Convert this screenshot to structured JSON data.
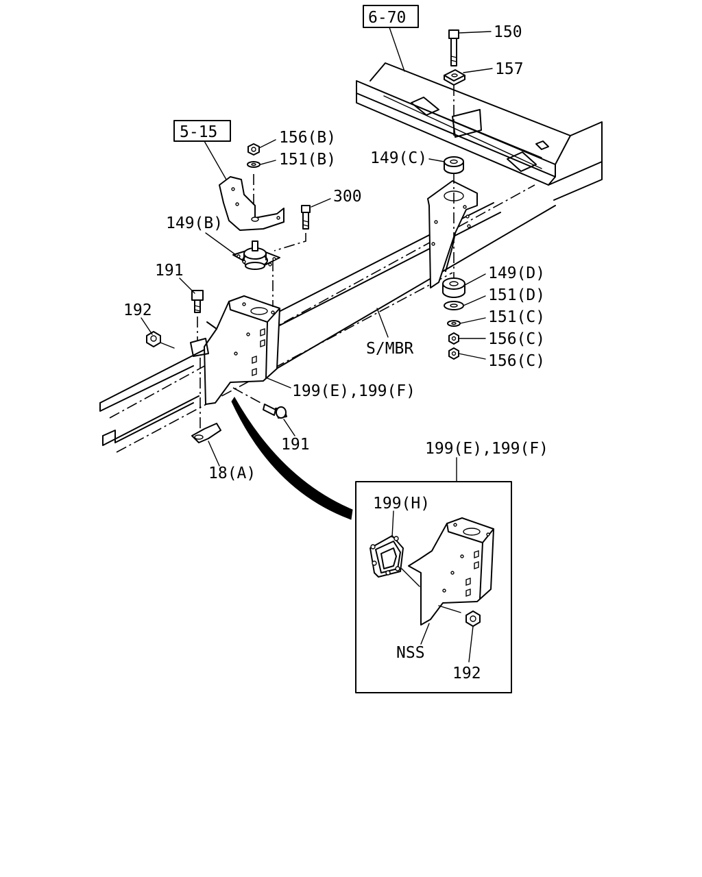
{
  "diagram": {
    "references": {
      "ref_6_70": "6-70",
      "ref_5_15": "5-15"
    },
    "labels": {
      "p150": "150",
      "p157": "157",
      "p156b": "156(B)",
      "p151b": "151(B)",
      "p300": "300",
      "p149b": "149(B)",
      "p149c": "149(C)",
      "p149d": "149(D)",
      "p151d": "151(D)",
      "p151c": "151(C)",
      "p156c1": "156(C)",
      "p156c2": "156(C)",
      "p191a": "191",
      "p192a": "192",
      "smbr": "S/MBR",
      "p199ef_main": "199(E),199(F)",
      "p191b": "191",
      "p18a": "18(A)"
    },
    "inset": {
      "title": "199(E),199(F)",
      "p199h": "199(H)",
      "nss": "NSS",
      "p192": "192"
    }
  }
}
